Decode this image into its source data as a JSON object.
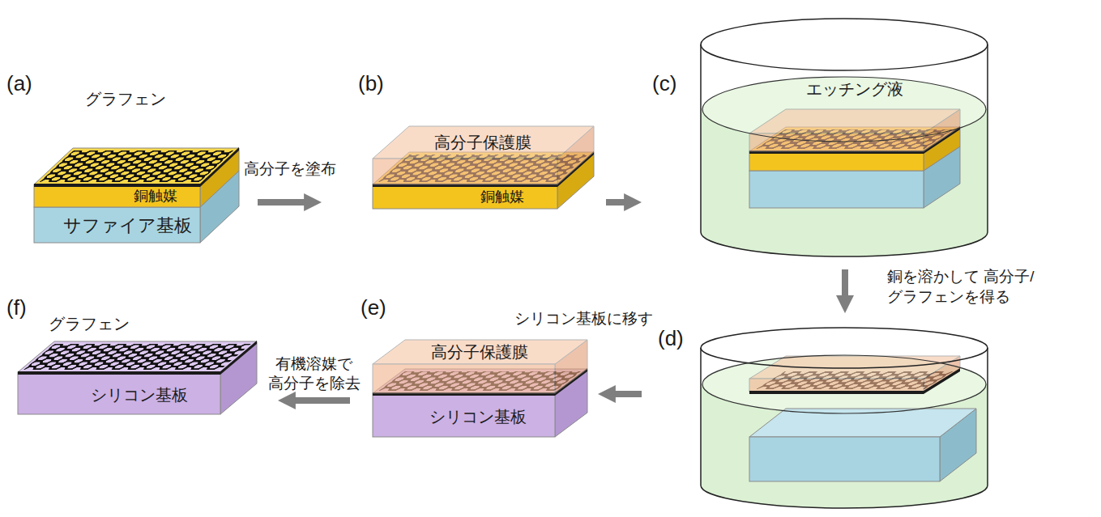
{
  "diagram": {
    "nodes": [
      {
        "text": [
          "(a)",
          "グラフェン"
        ]
      },
      {
        "text": [
          "銅触媒"
        ],
        "in": 0
      },
      {
        "text": [
          "サファイア基板"
        ],
        "in": 0
      },
      {
        "text": [
          "(b)"
        ]
      },
      {
        "text": [
          "高分子保護膜"
        ],
        "in": 3
      },
      {
        "text": [
          "銅触媒"
        ],
        "in": 3
      },
      {
        "text": [
          "(c)"
        ]
      },
      {
        "text": [
          "エッチング液"
        ],
        "in": 6
      },
      {
        "text": [
          "(d)"
        ]
      },
      {
        "text": [
          "(e)"
        ]
      },
      {
        "text": [
          "高分子保護膜"
        ],
        "in": 9
      },
      {
        "text": [
          "シリコン基板"
        ],
        "in": 9
      },
      {
        "text": [
          "(f)",
          "グラフェン"
        ]
      },
      {
        "text": [
          "シリコン基板"
        ],
        "in": 12
      }
    ],
    "edges": [
      {
        "from": 0,
        "to": 3,
        "arrow": "to",
        "label": "高分子を塗布"
      },
      {
        "from": 3,
        "to": 6,
        "arrow": "to"
      },
      {
        "from": 6,
        "to": 8,
        "arrow": "to",
        "label": "銅を溶かして 高分子/グラフェンを得る"
      },
      {
        "from": 8,
        "to": 9,
        "arrow": "to",
        "label": "シリコン基板に移す"
      },
      {
        "from": 9,
        "to": 12,
        "arrow": "to",
        "label": "有機溶媒で 高分子を除去"
      }
    ]
  }
}
